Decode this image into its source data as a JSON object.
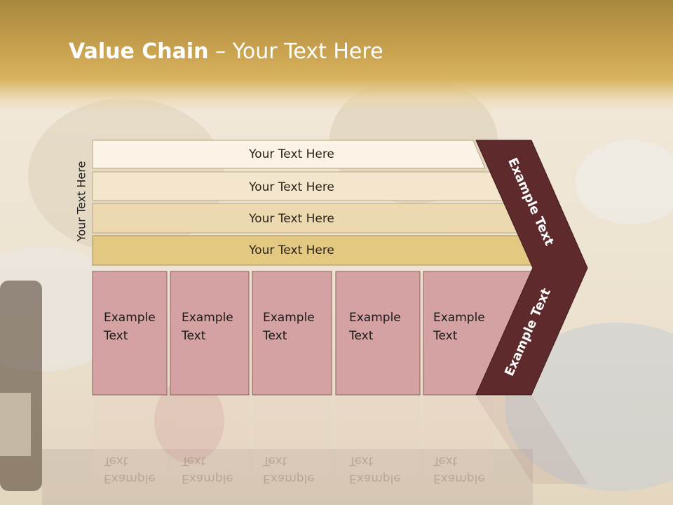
{
  "slide": {
    "title_bold": "Value Chain",
    "title_rest": " – Your Text Here",
    "side_label": "Your Text Here"
  },
  "rows": [
    {
      "label": "Your Text Here",
      "color": "#faf3e6"
    },
    {
      "label": "Your Text Here",
      "color": "#f3e6cc"
    },
    {
      "label": "Your Text Here",
      "color": "#ecd9b0"
    },
    {
      "label": "Your Text Here",
      "color": "#e3c882"
    }
  ],
  "boxes": [
    {
      "line1": "Example",
      "line2": "Text"
    },
    {
      "line1": "Example",
      "line2": "Text"
    },
    {
      "line1": "Example",
      "line2": "Text"
    },
    {
      "line1": "Example",
      "line2": "Text"
    },
    {
      "line1": "Example",
      "line2": "Text"
    }
  ],
  "arrow": {
    "top_label": "Example Text",
    "bottom_label": "Example Text",
    "color": "#5e2a2c"
  },
  "colors": {
    "box_fill": "#d4a2a2",
    "header": "#c9a24f"
  }
}
